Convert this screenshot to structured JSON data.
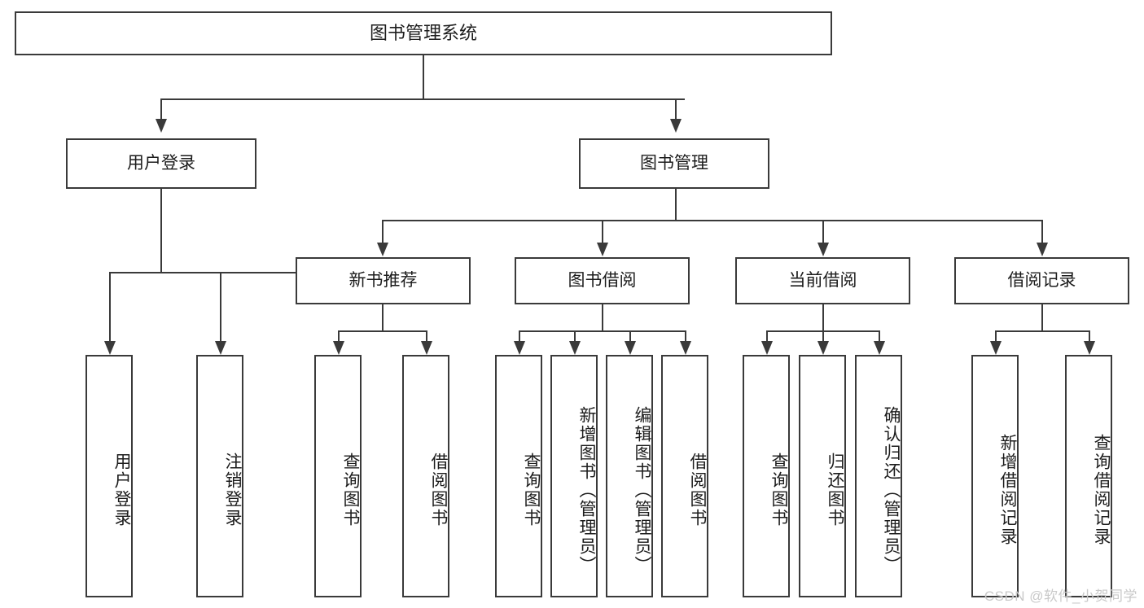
{
  "diagram": {
    "title": "图书管理系统",
    "type": "hierarchy-tree",
    "watermark": "CSDN @软件_小贺同学",
    "levels": 4,
    "colors": {
      "stroke": "#3a3a3a",
      "background": "#ffffff",
      "text": "#1c1c1c",
      "watermark": "#c9c9c9"
    }
  },
  "nodes": {
    "root": {
      "label": "图书管理系统"
    },
    "level2": [
      {
        "label": "用户登录"
      },
      {
        "label": "图书管理"
      }
    ],
    "level3": [
      {
        "label": "新书推荐"
      },
      {
        "label": "图书借阅"
      },
      {
        "label": "当前借阅"
      },
      {
        "label": "借阅记录"
      }
    ],
    "leaves_user_login": [
      {
        "label": "用户登录"
      },
      {
        "label": "注销登录"
      }
    ],
    "leaves_new_book": [
      {
        "label": "查询图书"
      },
      {
        "label": "借阅图书"
      }
    ],
    "leaves_borrow": [
      {
        "label": "查询图书"
      },
      {
        "label": "新增图书（管理员）"
      },
      {
        "label": "编辑图书（管理员）"
      },
      {
        "label": "借阅图书"
      }
    ],
    "leaves_current": [
      {
        "label": "查询图书"
      },
      {
        "label": "归还图书"
      },
      {
        "label": "确认归还（管理员）"
      }
    ],
    "leaves_record": [
      {
        "label": "新增借阅记录"
      },
      {
        "label": "查询借阅记录"
      }
    ]
  }
}
